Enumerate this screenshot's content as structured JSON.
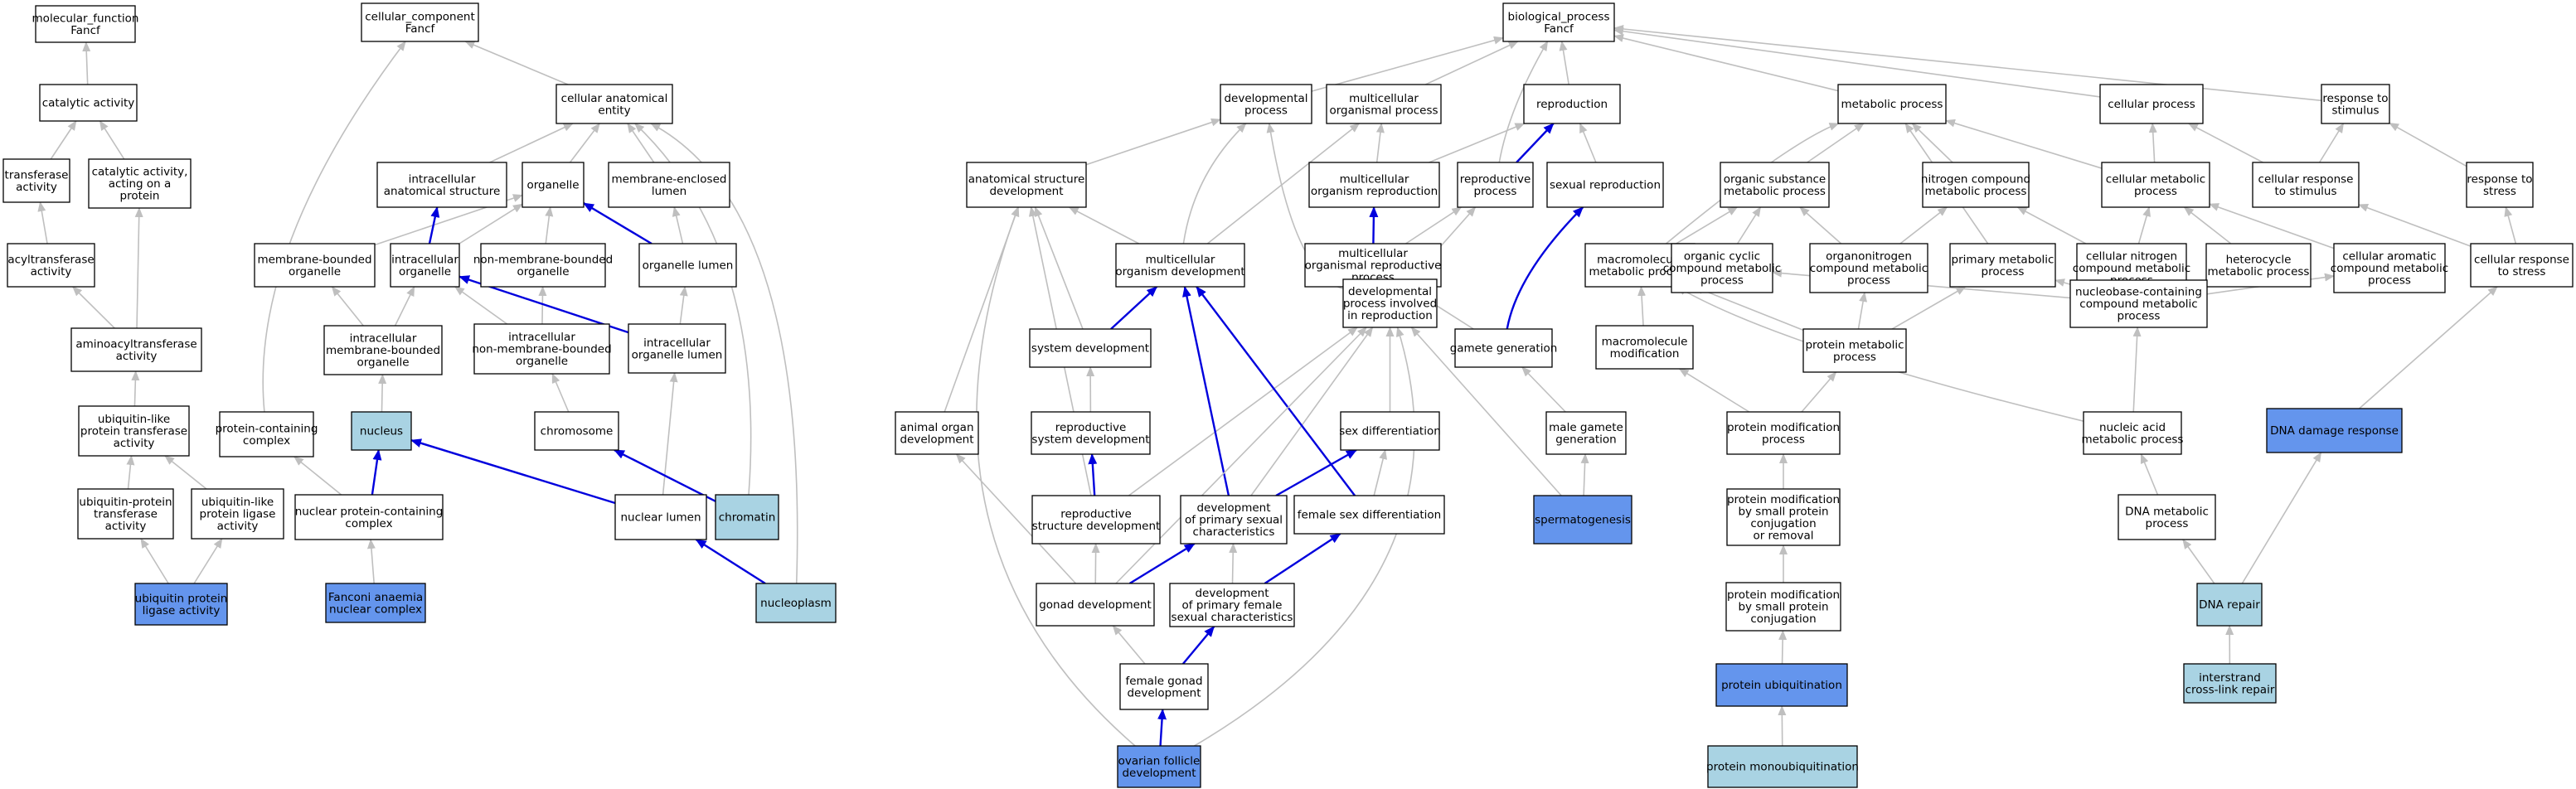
{
  "graph": {
    "colors": {
      "plain": "#ffffff",
      "light_blue": "#a9d3e3",
      "medium_blue": "#6495ed",
      "edge_gray": "#bfbfbf",
      "edge_blue": "#0000dd"
    },
    "nodes": [
      {
        "id": "mf",
        "lines": [
          "molecular_function",
          "Fancf"
        ],
        "fill": "plain"
      },
      {
        "id": "cat",
        "lines": [
          "catalytic activity"
        ],
        "fill": "plain"
      },
      {
        "id": "trans",
        "lines": [
          "transferase",
          "activity"
        ],
        "fill": "plain"
      },
      {
        "id": "catprot",
        "lines": [
          "catalytic activity,",
          "acting on a",
          "protein"
        ],
        "fill": "plain"
      },
      {
        "id": "acyl",
        "lines": [
          "acyltransferase",
          "activity"
        ],
        "fill": "plain"
      },
      {
        "id": "amino",
        "lines": [
          "aminoacyltransferase",
          "activity"
        ],
        "fill": "plain"
      },
      {
        "id": "ublike",
        "lines": [
          "ubiquitin-like",
          "protein transferase",
          "activity"
        ],
        "fill": "plain"
      },
      {
        "id": "ubtrans",
        "lines": [
          "ubiquitin-protein",
          "transferase",
          "activity"
        ],
        "fill": "plain"
      },
      {
        "id": "ubligase",
        "lines": [
          "ubiquitin-like",
          "protein ligase",
          "activity"
        ],
        "fill": "plain"
      },
      {
        "id": "ubprotlig",
        "lines": [
          "ubiquitin protein",
          "ligase activity"
        ],
        "fill": "medium_blue"
      },
      {
        "id": "cc",
        "lines": [
          "cellular_component",
          "Fancf"
        ],
        "fill": "plain"
      },
      {
        "id": "cae",
        "lines": [
          "cellular anatomical",
          "entity"
        ],
        "fill": "plain"
      },
      {
        "id": "ias",
        "lines": [
          "intracellular",
          "anatomical structure"
        ],
        "fill": "plain"
      },
      {
        "id": "org",
        "lines": [
          "organelle"
        ],
        "fill": "plain"
      },
      {
        "id": "mel",
        "lines": [
          "membrane-enclosed",
          "lumen"
        ],
        "fill": "plain"
      },
      {
        "id": "mbo",
        "lines": [
          "membrane-bounded",
          "organelle"
        ],
        "fill": "plain"
      },
      {
        "id": "io",
        "lines": [
          "intracellular",
          "organelle"
        ],
        "fill": "plain"
      },
      {
        "id": "nmbo",
        "lines": [
          "non-membrane-bounded",
          "organelle"
        ],
        "fill": "plain"
      },
      {
        "id": "ol",
        "lines": [
          "organelle lumen"
        ],
        "fill": "plain"
      },
      {
        "id": "imbo",
        "lines": [
          "intracellular",
          "membrane-bounded",
          "organelle"
        ],
        "fill": "plain"
      },
      {
        "id": "inmbo",
        "lines": [
          "intracellular",
          "non-membrane-bounded",
          "organelle"
        ],
        "fill": "plain"
      },
      {
        "id": "iol",
        "lines": [
          "intracellular",
          "organelle lumen"
        ],
        "fill": "plain"
      },
      {
        "id": "pcc",
        "lines": [
          "protein-containing",
          "complex"
        ],
        "fill": "plain"
      },
      {
        "id": "nucleus",
        "lines": [
          "nucleus"
        ],
        "fill": "light_blue"
      },
      {
        "id": "chromosome",
        "lines": [
          "chromosome"
        ],
        "fill": "plain"
      },
      {
        "id": "npcc",
        "lines": [
          "nuclear protein-containing",
          "complex"
        ],
        "fill": "plain"
      },
      {
        "id": "nl",
        "lines": [
          "nuclear lumen"
        ],
        "fill": "plain"
      },
      {
        "id": "chromatin",
        "lines": [
          "chromatin"
        ],
        "fill": "light_blue"
      },
      {
        "id": "fanc",
        "lines": [
          "Fanconi anaemia",
          "nuclear complex"
        ],
        "fill": "medium_blue"
      },
      {
        "id": "nucleoplasm",
        "lines": [
          "nucleoplasm"
        ],
        "fill": "light_blue"
      },
      {
        "id": "bp",
        "lines": [
          "biological_process",
          "Fancf"
        ],
        "fill": "plain"
      },
      {
        "id": "dev",
        "lines": [
          "developmental",
          "process"
        ],
        "fill": "plain"
      },
      {
        "id": "mop",
        "lines": [
          "multicellular",
          "organismal process"
        ],
        "fill": "plain"
      },
      {
        "id": "repro",
        "lines": [
          "reproduction"
        ],
        "fill": "plain"
      },
      {
        "id": "met",
        "lines": [
          "metabolic process"
        ],
        "fill": "plain"
      },
      {
        "id": "cp",
        "lines": [
          "cellular process"
        ],
        "fill": "plain"
      },
      {
        "id": "rts",
        "lines": [
          "response to",
          "stimulus"
        ],
        "fill": "plain"
      },
      {
        "id": "asd",
        "lines": [
          "anatomical structure",
          "development"
        ],
        "fill": "plain"
      },
      {
        "id": "mor",
        "lines": [
          "multicellular",
          "organism reproduction"
        ],
        "fill": "plain"
      },
      {
        "id": "rp",
        "lines": [
          "reproductive",
          "process"
        ],
        "fill": "plain"
      },
      {
        "id": "sr",
        "lines": [
          "sexual reproduction"
        ],
        "fill": "plain"
      },
      {
        "id": "osmp",
        "lines": [
          "organic substance",
          "metabolic process"
        ],
        "fill": "plain"
      },
      {
        "id": "ncmp",
        "lines": [
          "nitrogen compound",
          "metabolic process"
        ],
        "fill": "plain"
      },
      {
        "id": "cmp",
        "lines": [
          "cellular metabolic",
          "process"
        ],
        "fill": "plain"
      },
      {
        "id": "crs",
        "lines": [
          "cellular response",
          "to stimulus"
        ],
        "fill": "plain"
      },
      {
        "id": "rtstress",
        "lines": [
          "response to",
          "stress"
        ],
        "fill": "plain"
      },
      {
        "id": "mod",
        "lines": [
          "multicellular",
          "organism development"
        ],
        "fill": "plain"
      },
      {
        "id": "morp",
        "lines": [
          "multicellular",
          "organismal reproductive",
          "process"
        ],
        "fill": "plain"
      },
      {
        "id": "mmp",
        "lines": [
          "macromolecule",
          "metabolic process"
        ],
        "fill": "plain"
      },
      {
        "id": "occmp",
        "lines": [
          "organic cyclic",
          "compound metabolic",
          "process"
        ],
        "fill": "plain"
      },
      {
        "id": "oncmp",
        "lines": [
          "organonitrogen",
          "compound metabolic",
          "process"
        ],
        "fill": "plain"
      },
      {
        "id": "pmp",
        "lines": [
          "primary metabolic",
          "process"
        ],
        "fill": "plain"
      },
      {
        "id": "cncmp",
        "lines": [
          "cellular nitrogen",
          "compound metabolic",
          "process"
        ],
        "fill": "plain"
      },
      {
        "id": "hmp",
        "lines": [
          "heterocycle",
          "metabolic process"
        ],
        "fill": "plain"
      },
      {
        "id": "cacmp",
        "lines": [
          "cellular aromatic",
          "compound metabolic",
          "process"
        ],
        "fill": "plain"
      },
      {
        "id": "crstress",
        "lines": [
          "cellular response",
          "to stress"
        ],
        "fill": "plain"
      },
      {
        "id": "sysdev",
        "lines": [
          "system development"
        ],
        "fill": "plain"
      },
      {
        "id": "dpir",
        "lines": [
          "developmental",
          "process involved",
          "in reproduction"
        ],
        "fill": "plain"
      },
      {
        "id": "gg",
        "lines": [
          "gamete generation"
        ],
        "fill": "plain"
      },
      {
        "id": "mm",
        "lines": [
          "macromolecule",
          "modification"
        ],
        "fill": "plain"
      },
      {
        "id": "protmp",
        "lines": [
          "protein metabolic",
          "process"
        ],
        "fill": "plain"
      },
      {
        "id": "nbcmp",
        "lines": [
          "nucleobase-containing",
          "compound metabolic",
          "process"
        ],
        "fill": "plain"
      },
      {
        "id": "dnadr",
        "lines": [
          "DNA damage response"
        ],
        "fill": "medium_blue"
      },
      {
        "id": "aod",
        "lines": [
          "animal organ",
          "development"
        ],
        "fill": "plain"
      },
      {
        "id": "rsd",
        "lines": [
          "reproductive",
          "system development"
        ],
        "fill": "plain"
      },
      {
        "id": "sd",
        "lines": [
          "sex differentiation"
        ],
        "fill": "plain"
      },
      {
        "id": "mgg",
        "lines": [
          "male gamete",
          "generation"
        ],
        "fill": "plain"
      },
      {
        "id": "pmodp",
        "lines": [
          "protein modification",
          "process"
        ],
        "fill": "plain"
      },
      {
        "id": "namp",
        "lines": [
          "nucleic acid",
          "metabolic process"
        ],
        "fill": "plain"
      },
      {
        "id": "rstd",
        "lines": [
          "reproductive",
          "structure development"
        ],
        "fill": "plain"
      },
      {
        "id": "dpsc",
        "lines": [
          "development",
          "of primary sexual",
          "characteristics"
        ],
        "fill": "plain"
      },
      {
        "id": "fsd",
        "lines": [
          "female sex differentiation"
        ],
        "fill": "plain"
      },
      {
        "id": "sperm",
        "lines": [
          "spermatogenesis"
        ],
        "fill": "medium_blue"
      },
      {
        "id": "pmsp",
        "lines": [
          "protein modification",
          "by small protein",
          "conjugation",
          "or removal"
        ],
        "fill": "plain"
      },
      {
        "id": "dnamp",
        "lines": [
          "DNA metabolic",
          "process"
        ],
        "fill": "plain"
      },
      {
        "id": "gd",
        "lines": [
          "gonad development"
        ],
        "fill": "plain"
      },
      {
        "id": "dpfsc",
        "lines": [
          "development",
          "of primary female",
          "sexual characteristics"
        ],
        "fill": "plain"
      },
      {
        "id": "pmspc",
        "lines": [
          "protein modification",
          "by small protein",
          "conjugation"
        ],
        "fill": "plain"
      },
      {
        "id": "dnarep",
        "lines": [
          "DNA repair"
        ],
        "fill": "light_blue"
      },
      {
        "id": "fgd",
        "lines": [
          "female gonad",
          "development"
        ],
        "fill": "plain"
      },
      {
        "id": "pubi",
        "lines": [
          "protein ubiquitination"
        ],
        "fill": "medium_blue"
      },
      {
        "id": "icl",
        "lines": [
          "interstrand",
          "cross-link repair"
        ],
        "fill": "light_blue"
      },
      {
        "id": "ofd",
        "lines": [
          "ovarian follicle",
          "development"
        ],
        "fill": "medium_blue"
      },
      {
        "id": "pmono",
        "lines": [
          "protein monoubiquitination"
        ],
        "fill": "light_blue"
      }
    ]
  }
}
